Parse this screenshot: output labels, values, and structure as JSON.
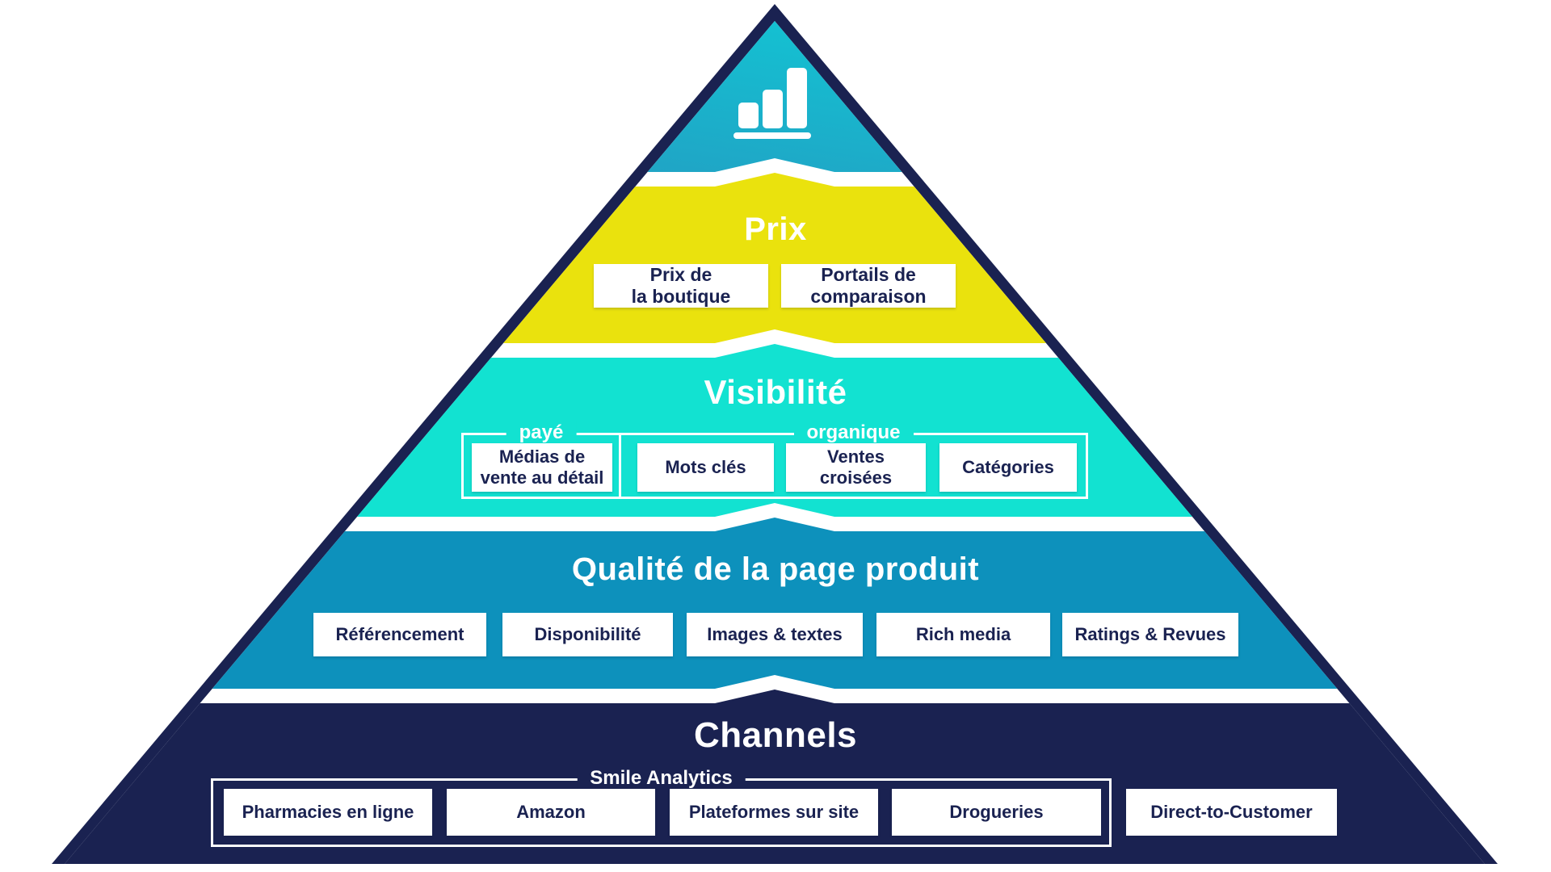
{
  "pyramid": {
    "peak": {
      "icon": "bar-chart-icon"
    },
    "prix": {
      "title": "Prix",
      "boxes": [
        "Prix de\nla boutique",
        "Portails de\ncomparaison"
      ]
    },
    "visibilite": {
      "title": "Visibilité",
      "groups": [
        {
          "label": "payé",
          "boxes": [
            "Médias de\nvente au détail"
          ]
        },
        {
          "label": "organique",
          "boxes": [
            "Mots clés",
            "Ventes\ncroisées",
            "Catégories"
          ]
        }
      ]
    },
    "qualite": {
      "title": "Qualité de la page produit",
      "boxes": [
        "Référencement",
        "Disponibilité",
        "Images & textes",
        "Rich media",
        "Ratings & Revues"
      ]
    },
    "channels": {
      "title": "Channels",
      "group_label": "Smile Analytics",
      "group_boxes": [
        "Pharmacies en ligne",
        "Amazon",
        "Plateformes sur site",
        "Drogueries"
      ],
      "standalone_boxes": [
        "Direct-to-Customer"
      ]
    }
  },
  "colors": {
    "navy": "#1A2251",
    "yellow": "#EAE20D",
    "turquoise": "#12E2D1",
    "blue": "#0D91BC",
    "teal_gradient_from": "#2598C0",
    "teal_gradient_to": "#0CD4DA",
    "box_background": "#FFFFFF",
    "box_text": "#1A2251",
    "title_text": "#FFFFFF"
  }
}
